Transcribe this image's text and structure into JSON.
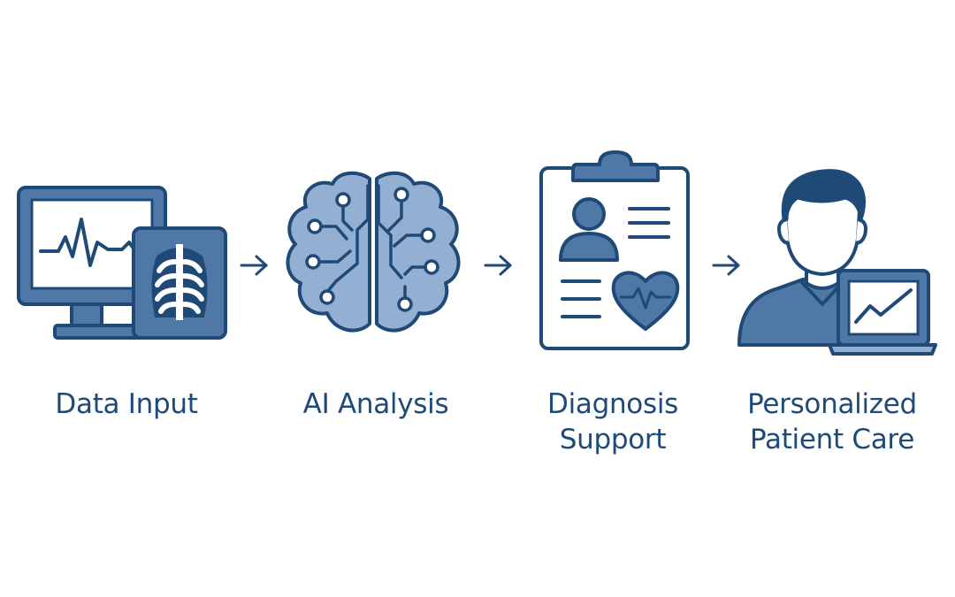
{
  "colors": {
    "outline": "#1f4a78",
    "dark_fill": "#4f78a6",
    "medium_fill": "#93b0d2",
    "light_fill": "#dbe6f2",
    "white": "#ffffff"
  },
  "steps": [
    {
      "icon": "monitor-xray-icon",
      "lines": [
        "Data Input"
      ]
    },
    {
      "icon": "brain-circuit-icon",
      "lines": [
        "AI Analysis"
      ]
    },
    {
      "icon": "clipboard-report-icon",
      "lines": [
        "Diagnosis",
        "Support"
      ]
    },
    {
      "icon": "patient-laptop-icon",
      "lines": [
        "Personalized",
        "Patient Care"
      ]
    }
  ],
  "arrows": [
    "right-arrow-icon",
    "right-arrow-icon",
    "right-arrow-icon"
  ]
}
